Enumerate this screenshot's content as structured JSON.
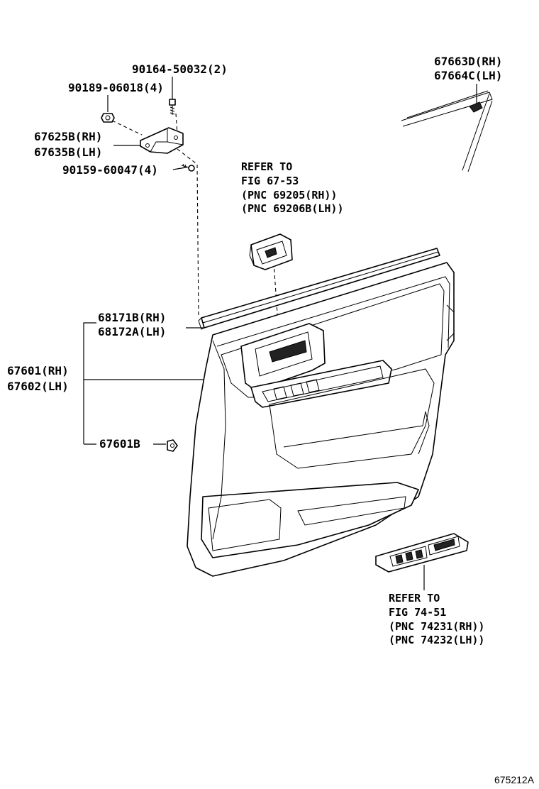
{
  "labels": {
    "bolt_90164": "90164-50032(2)",
    "nut_90189": "90189-06018(4)",
    "bracket_rh": "67625B(RH)",
    "bracket_lh": "67635B(LH)",
    "screw_90159": "90159-60047(4)",
    "weatherstrip_rh": "67663D(RH)",
    "weatherstrip_lh": "67664C(LH)",
    "refer_handle_1": "REFER TO",
    "refer_handle_2": "FIG 67-53",
    "refer_handle_3": "(PNC 69205(RH))",
    "refer_handle_4": "(PNC 69206B(LH))",
    "belt_moulding_rh": "68171B(RH)",
    "belt_moulding_lh": "68172A(LH)",
    "trim_board_rh": "67601(RH)",
    "trim_board_lh": "67602(LH)",
    "clip_67601b": "67601B",
    "refer_switch_1": "REFER TO",
    "refer_switch_2": "FIG 74-51",
    "refer_switch_3": "(PNC 74231(RH))",
    "refer_switch_4": "(PNC 74232(LH))",
    "figure_id": "675212A"
  }
}
